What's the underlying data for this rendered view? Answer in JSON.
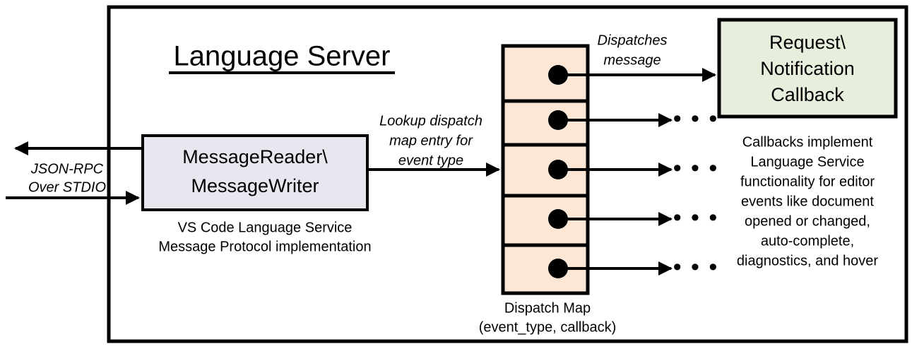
{
  "diagram": {
    "title": "Language Server",
    "container_label": "language-server-boundary",
    "colors": {
      "message_box_fill": "#E9E6F0",
      "dispatch_cell_fill": "#FCE6D6",
      "callback_box_fill": "#E8EEDC",
      "stroke": "#000000",
      "background": "#FFFFFF"
    },
    "message_box": {
      "line1": "MessageReader\\",
      "line2": "MessageWriter",
      "caption_line1": "VS Code Language Service",
      "caption_line2": "Message Protocol implementation"
    },
    "external_channel": {
      "label_line1": "JSON-RPC",
      "label_line2": "Over STDIO",
      "outgoing_arrow": "arrow-left-outgoing",
      "incoming_arrow": "arrow-right-incoming"
    },
    "lookup_edge": {
      "label_line1": "Lookup dispatch",
      "label_line2": "map entry for",
      "label_line3": "event type"
    },
    "dispatch_map": {
      "caption_line1": "Dispatch Map",
      "caption_line2": "(event_type, callback)",
      "cells": [
        {
          "id": "cell-1",
          "dot": "callback-dot"
        },
        {
          "id": "cell-2",
          "dot": "callback-dot"
        },
        {
          "id": "cell-3",
          "dot": "callback-dot"
        },
        {
          "id": "cell-4",
          "dot": "callback-dot"
        },
        {
          "id": "cell-5",
          "dot": "callback-dot"
        }
      ]
    },
    "dispatch_edge": {
      "label_line1": "Dispatches",
      "label_line2": "message"
    },
    "callback_box": {
      "line1": "Request\\",
      "line2": "Notification",
      "line3": "Callback",
      "ellipsis": "• • •",
      "description": [
        "Callbacks implement",
        "Language Service",
        "functionality for editor",
        "events like document",
        "opened or changed,",
        "auto-complete,",
        "diagnostics, and hover"
      ]
    }
  }
}
